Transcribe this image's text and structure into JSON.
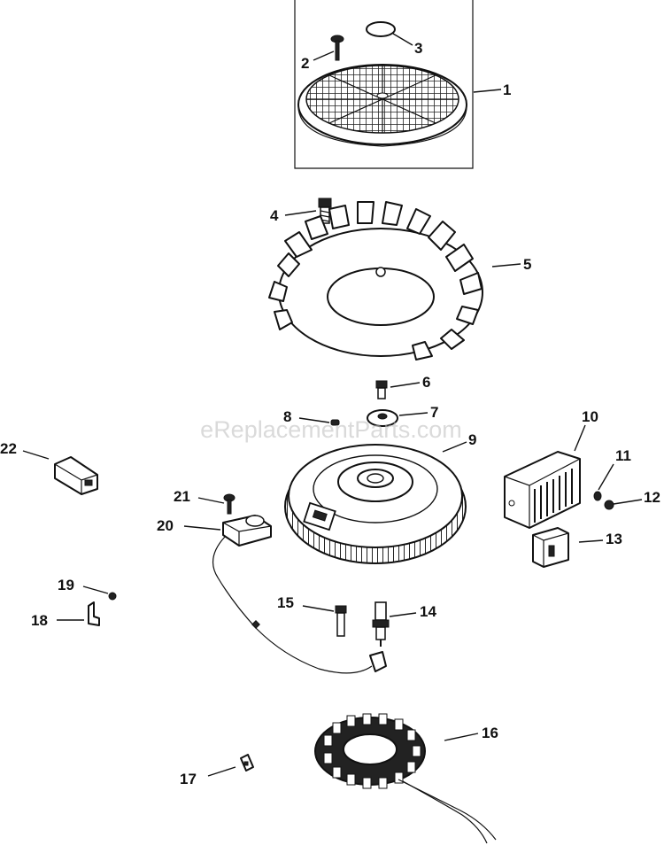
{
  "watermark": "eReplacementParts.com",
  "callouts": [
    {
      "id": "1",
      "label": "1"
    },
    {
      "id": "2",
      "label": "2"
    },
    {
      "id": "3",
      "label": "3"
    },
    {
      "id": "4",
      "label": "4"
    },
    {
      "id": "5",
      "label": "5"
    },
    {
      "id": "6",
      "label": "6"
    },
    {
      "id": "7",
      "label": "7"
    },
    {
      "id": "8",
      "label": "8"
    },
    {
      "id": "9",
      "label": "9"
    },
    {
      "id": "10",
      "label": "10"
    },
    {
      "id": "11",
      "label": "11"
    },
    {
      "id": "12",
      "label": "12"
    },
    {
      "id": "13",
      "label": "13"
    },
    {
      "id": "14",
      "label": "14"
    },
    {
      "id": "15",
      "label": "15"
    },
    {
      "id": "16",
      "label": "16"
    },
    {
      "id": "17",
      "label": "17"
    },
    {
      "id": "18",
      "label": "18"
    },
    {
      "id": "19",
      "label": "19"
    },
    {
      "id": "20",
      "label": "20"
    },
    {
      "id": "21",
      "label": "21"
    },
    {
      "id": "22",
      "label": "22"
    }
  ]
}
